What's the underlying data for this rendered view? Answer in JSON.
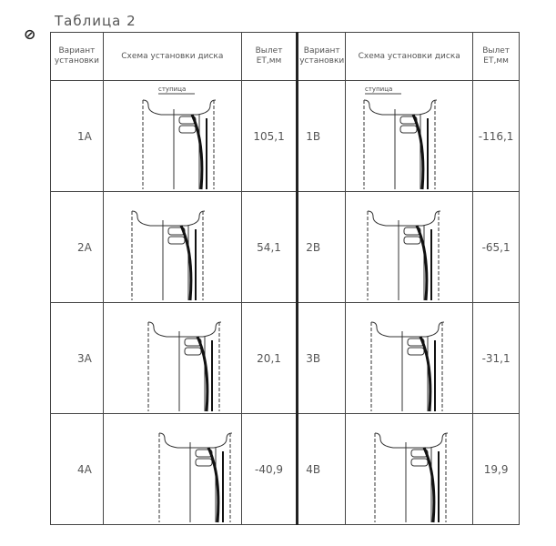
{
  "marker": "⊘",
  "title": "Таблица 2",
  "headers": {
    "variant": "Вариант установки",
    "scheme": "Схема установки диска",
    "offset": "Вылет ET,мм"
  },
  "hub_label": "ступица",
  "rows": [
    {
      "left": {
        "variant": "1А",
        "offset": "105,1"
      },
      "right": {
        "variant": "1В",
        "offset": "-116,1"
      }
    },
    {
      "left": {
        "variant": "2А",
        "offset": "54,1"
      },
      "right": {
        "variant": "2В",
        "offset": "-65,1"
      }
    },
    {
      "left": {
        "variant": "3А",
        "offset": "20,1"
      },
      "right": {
        "variant": "3В",
        "offset": "-31,1"
      }
    },
    {
      "left": {
        "variant": "4А",
        "offset": "-40,9"
      },
      "right": {
        "variant": "4В",
        "offset": "19,9"
      }
    }
  ]
}
